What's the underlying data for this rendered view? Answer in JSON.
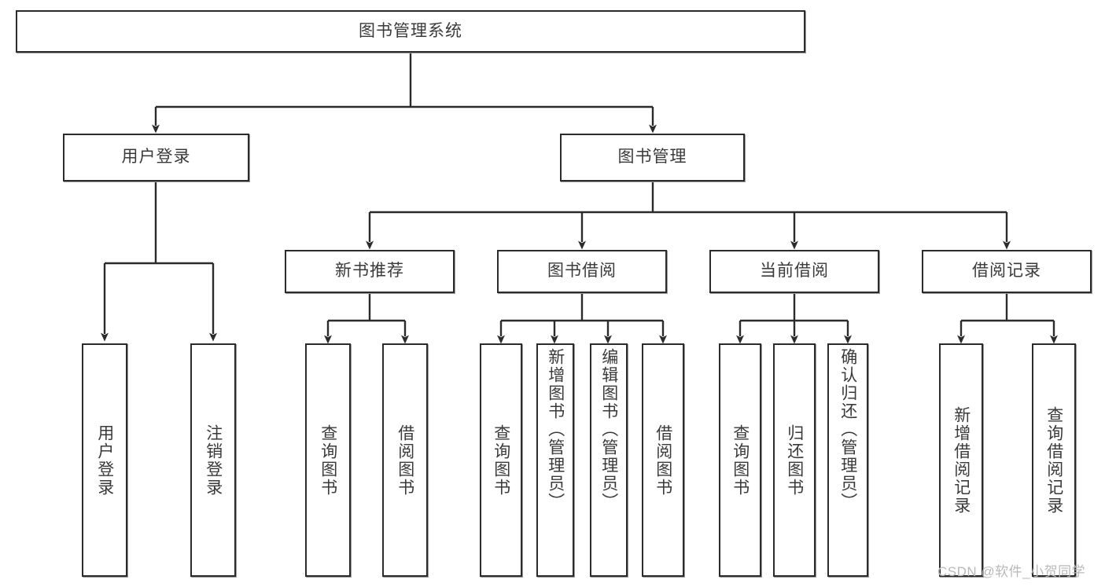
{
  "diagram": {
    "type": "tree-hierarchy",
    "title": "图书管理系统",
    "root": {
      "label": "图书管理系统"
    },
    "level1": [
      {
        "label": "用户登录"
      },
      {
        "label": "图书管理"
      }
    ],
    "level2": [
      {
        "label": "新书推荐",
        "parent": "图书管理"
      },
      {
        "label": "图书借阅",
        "parent": "图书管理"
      },
      {
        "label": "当前借阅",
        "parent": "图书管理"
      },
      {
        "label": "借阅记录",
        "parent": "图书管理"
      }
    ],
    "leaves": [
      {
        "label": "用户登录",
        "parent": "用户登录"
      },
      {
        "label": "注销登录",
        "parent": "用户登录"
      },
      {
        "label": "查询图书",
        "parent": "新书推荐"
      },
      {
        "label": "借阅图书",
        "parent": "新书推荐"
      },
      {
        "label": "查询图书",
        "parent": "图书借阅"
      },
      {
        "label": "新增图书（管理员）",
        "parent": "图书借阅"
      },
      {
        "label": "编辑图书（管理员）",
        "parent": "图书借阅"
      },
      {
        "label": "借阅图书",
        "parent": "图书借阅"
      },
      {
        "label": "查询图书",
        "parent": "当前借阅"
      },
      {
        "label": "归还图书",
        "parent": "当前借阅"
      },
      {
        "label": "确认归还（管理员）",
        "parent": "当前借阅"
      },
      {
        "label": "新增借阅记录",
        "parent": "借阅记录"
      },
      {
        "label": "查询借阅记录",
        "parent": "借阅记录"
      }
    ]
  },
  "watermark": {
    "text": "CSDN @软件_小贺同学"
  },
  "colors": {
    "box_border": "#2b2b2b",
    "box_fill": "#ffffff",
    "text": "#3a3a3a",
    "connector": "#2b2b2b",
    "watermark": "#b9b9b9",
    "background": "#ffffff"
  }
}
